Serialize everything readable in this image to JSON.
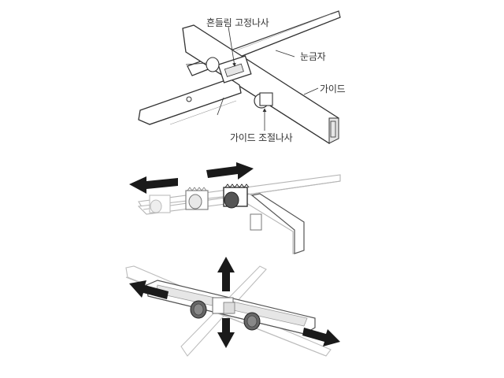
{
  "labels": {
    "wobble_lock_screw": "흔들림 고정나사",
    "scale": "눈금자",
    "guide": "가이드",
    "guide_adjust_screw": "가이드 조절나사"
  },
  "colors": {
    "line": "#333333",
    "faded_line": "#b5b5b5",
    "arrow": "#1a1a1a",
    "part_fill": "#ffffff",
    "shadow_fill": "#e6e6e6",
    "knob_fill": "#555555"
  },
  "panels": [
    {
      "name": "assembled-guide-view"
    },
    {
      "name": "horizontal-adjustment-view"
    },
    {
      "name": "cross-adjustment-view"
    }
  ]
}
